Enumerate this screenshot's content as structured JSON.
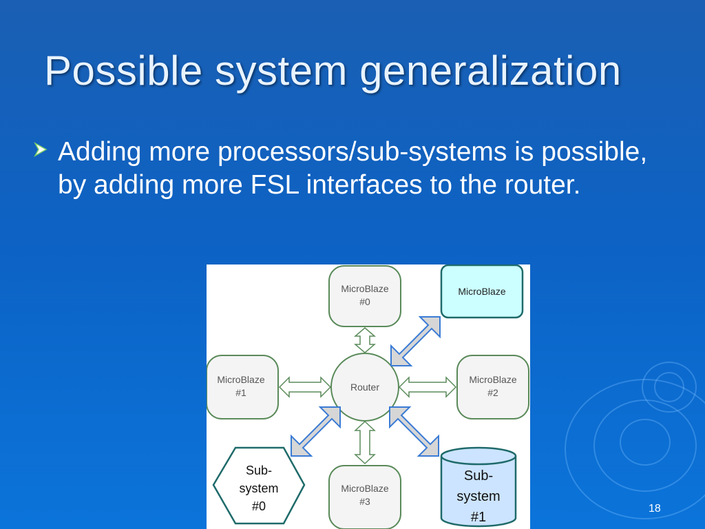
{
  "slide": {
    "title": "Possible system generalization",
    "bullet_text": "Adding more processors/sub-systems is possible, by adding more FSL interfaces to the router.",
    "page_number": "18"
  },
  "diagram": {
    "router": "Router",
    "mb0_line1": "MicroBlaze",
    "mb0_line2": "#0",
    "mb1_line1": "MicroBlaze",
    "mb1_line2": "#1",
    "mb2_line1": "MicroBlaze",
    "mb2_line2": "#2",
    "mb3_line1": "MicroBlaze",
    "mb3_line2": "#3",
    "new_microblaze": "MicroBlaze",
    "subsystem0_line1": "Sub-",
    "subsystem0_line2": "system",
    "subsystem0_line3": "#0",
    "subsystem1_line1": "Sub-",
    "subsystem1_line2": "system",
    "subsystem1_line3": "#1"
  },
  "colors": {
    "background": "#0d62c4",
    "node_fill": "#f4f4f4",
    "node_border": "#5a8a5a",
    "highlight_fill": "#ccffff",
    "highlight_border": "#1f6a6a",
    "subsystem1_fill": "#cce4ff",
    "arrow_fill": "#d6d6d6",
    "arrow_border": "#3a7bd5"
  }
}
